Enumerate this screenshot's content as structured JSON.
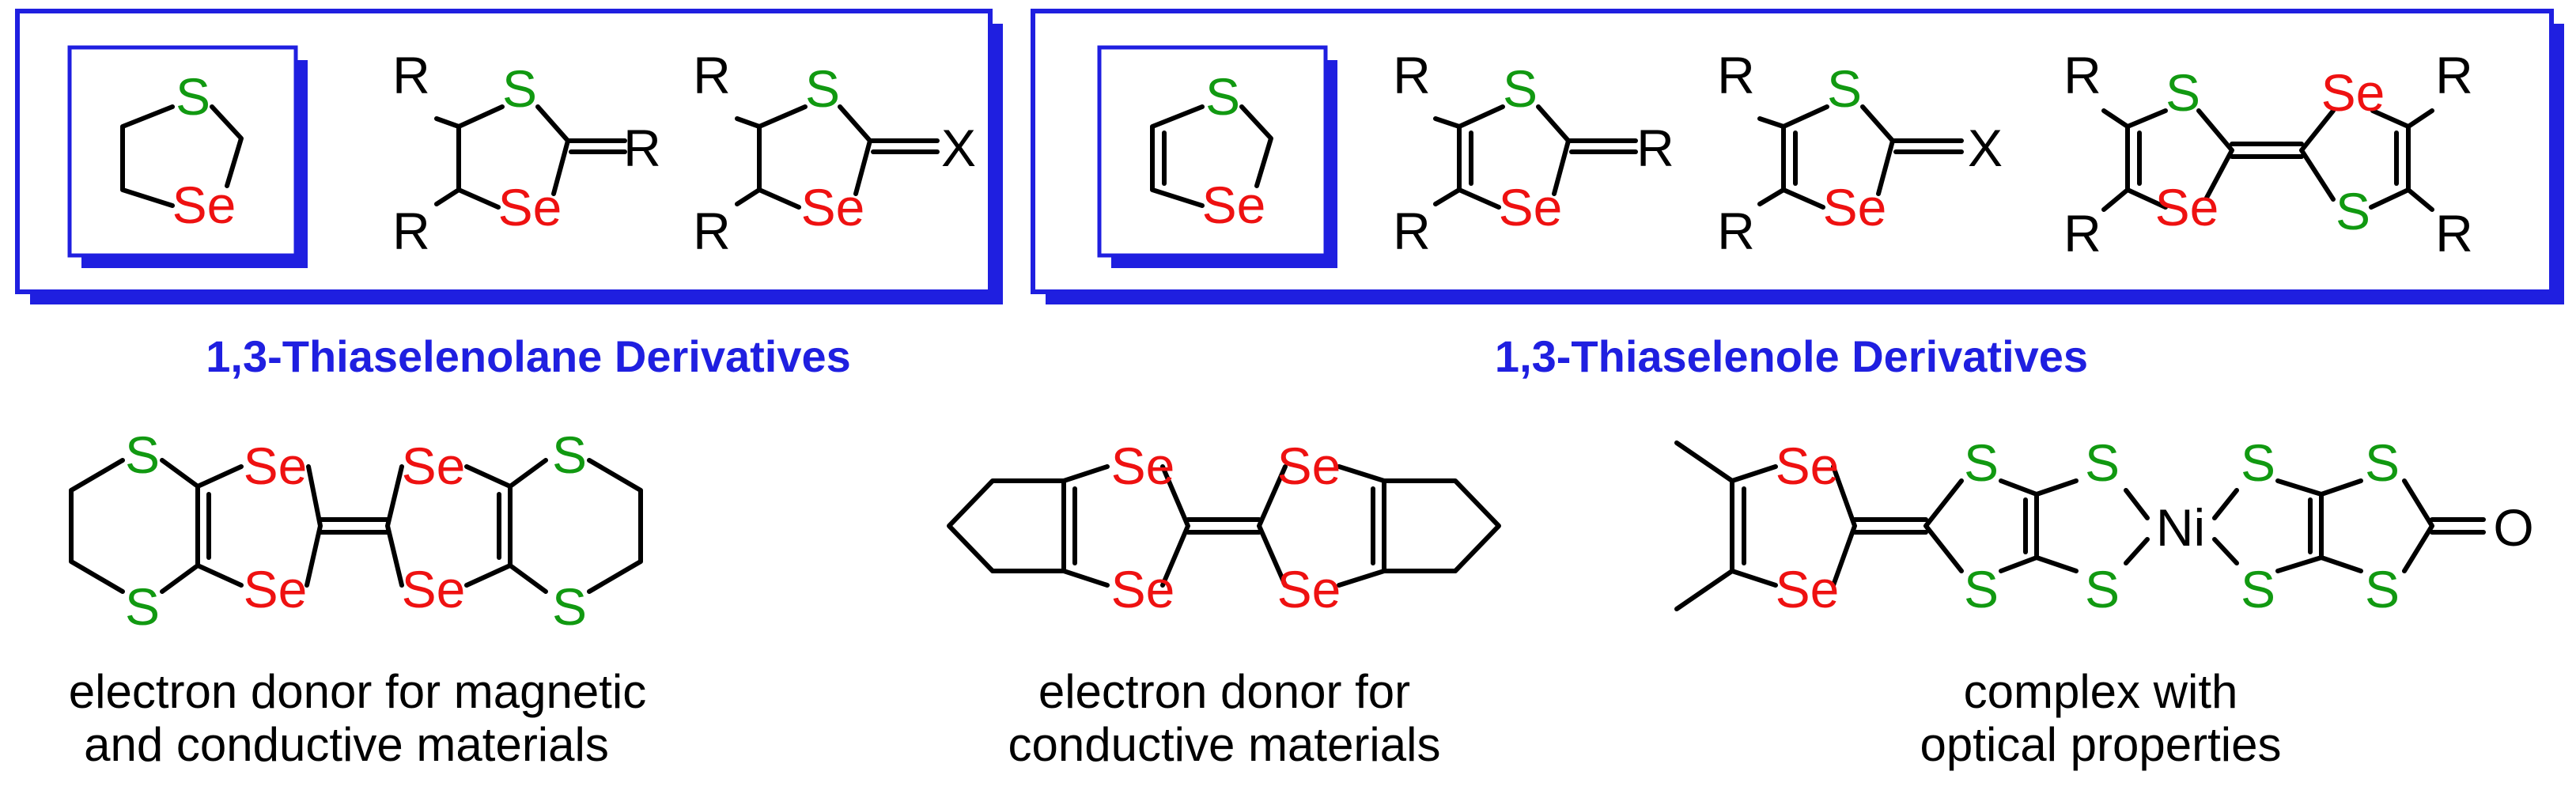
{
  "colors": {
    "frame": "#1f1fe0",
    "shadow": "#1f1fe0",
    "title": "#1f1fe0",
    "sulfur": "#119911",
    "selenium": "#ee1111",
    "bond": "#000000"
  },
  "atoms": {
    "S": "S",
    "Se": "Se",
    "R": "R",
    "X": "X",
    "Ni": "Ni",
    "O": "O"
  },
  "sections": {
    "thiaselenolane_title": "1,3-Thiaselenolane Derivatives",
    "thiaselenole_title": "1,3-Thiaselenole Derivatives"
  },
  "applications": [
    {
      "line1": "electron donor for magnetic",
      "line2": "and conductive materials"
    },
    {
      "line1": "electron donor for",
      "line2": "conductive materials"
    },
    {
      "line1": "complex with",
      "line2": "optical properties"
    }
  ]
}
